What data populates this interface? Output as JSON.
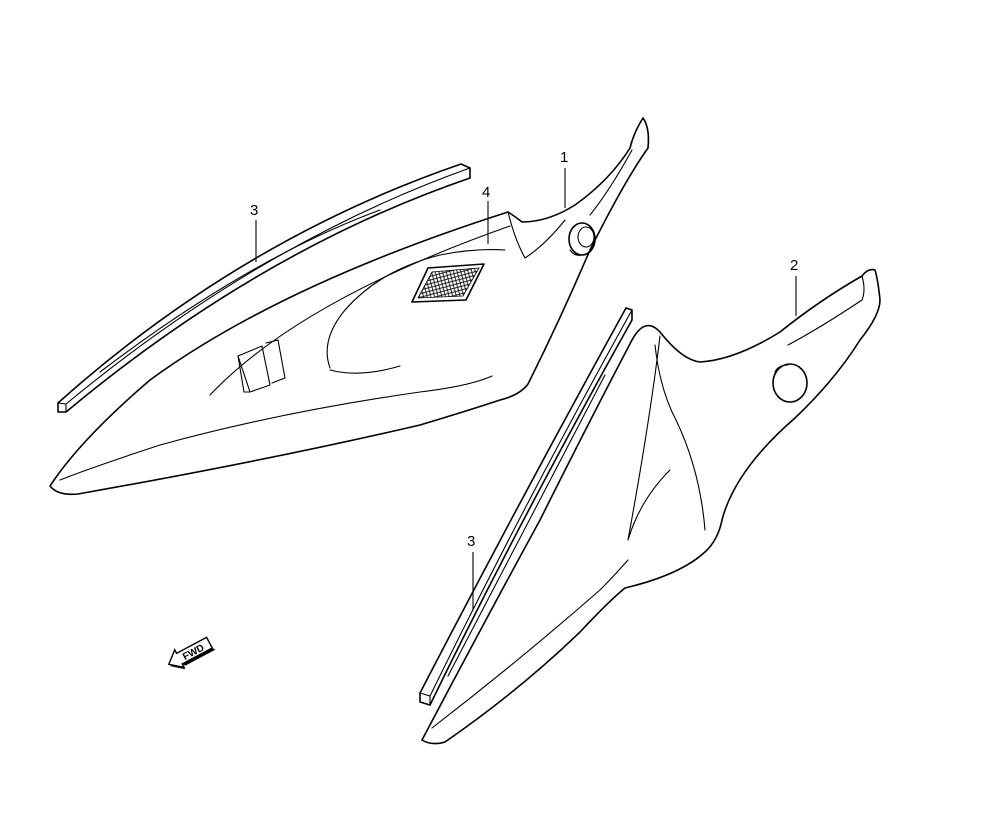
{
  "callouts": {
    "c1": "1",
    "c2": "2",
    "c3a": "3",
    "c3b": "3",
    "c4": "4"
  },
  "fwd_label": "FWD",
  "colors": {
    "line": "#000000",
    "background": "#ffffff"
  }
}
